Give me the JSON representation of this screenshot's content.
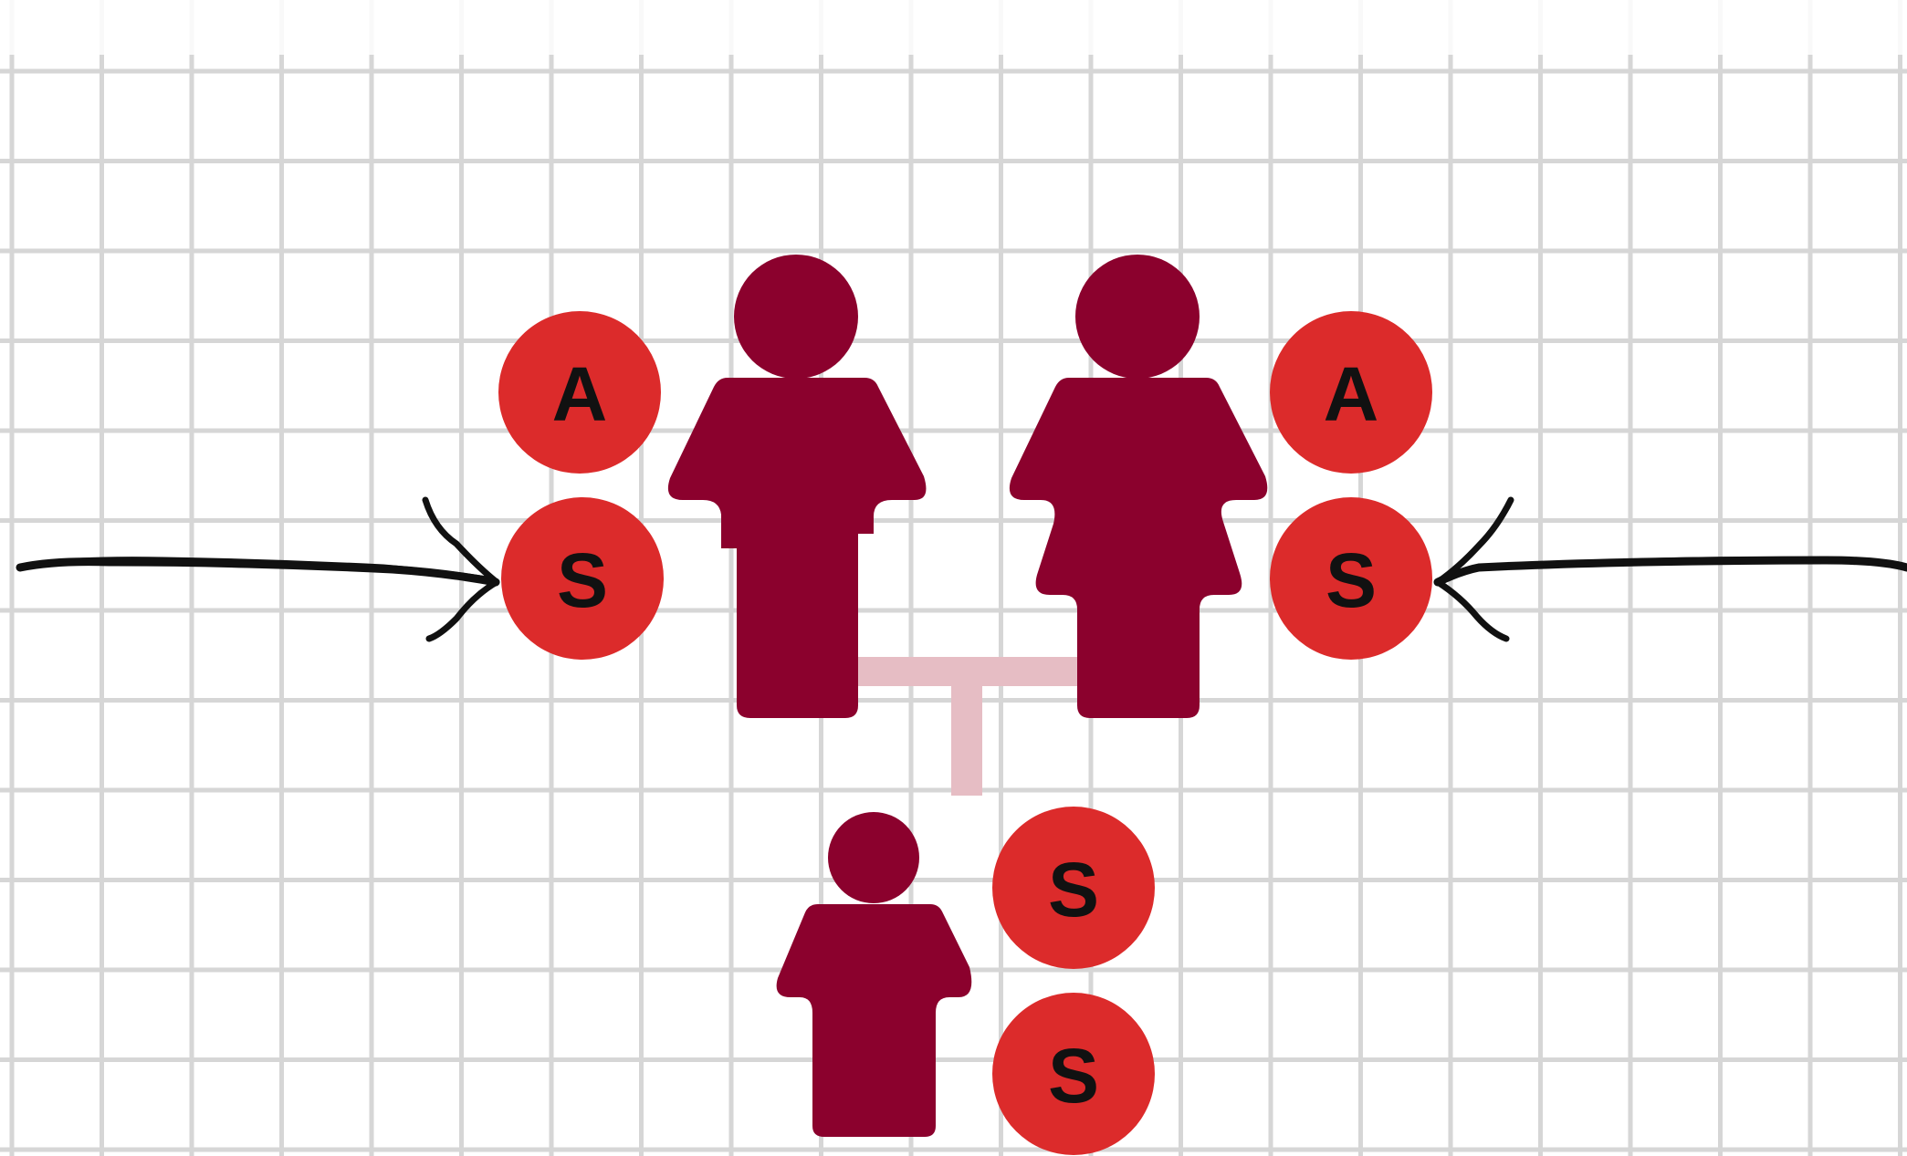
{
  "colors": {
    "grid": "#d6d6d6",
    "figure": "#8b012d",
    "allele_circle": "#dc2b2b",
    "allele_text": "#111111",
    "connector": "#e6bdc4",
    "arrow": "#111111",
    "background": "#ffffff"
  },
  "pedigree": {
    "parent_left": {
      "figure": "male",
      "alleles": [
        {
          "letter": "A"
        },
        {
          "letter": "S"
        }
      ]
    },
    "parent_right": {
      "figure": "female",
      "alleles": [
        {
          "letter": "A"
        },
        {
          "letter": "S"
        }
      ]
    },
    "child": {
      "figure": "child",
      "alleles": [
        {
          "letter": "S"
        },
        {
          "letter": "S"
        }
      ]
    }
  },
  "icons": {
    "left_arrow": "arrow-right-icon",
    "right_arrow": "arrow-left-icon"
  }
}
